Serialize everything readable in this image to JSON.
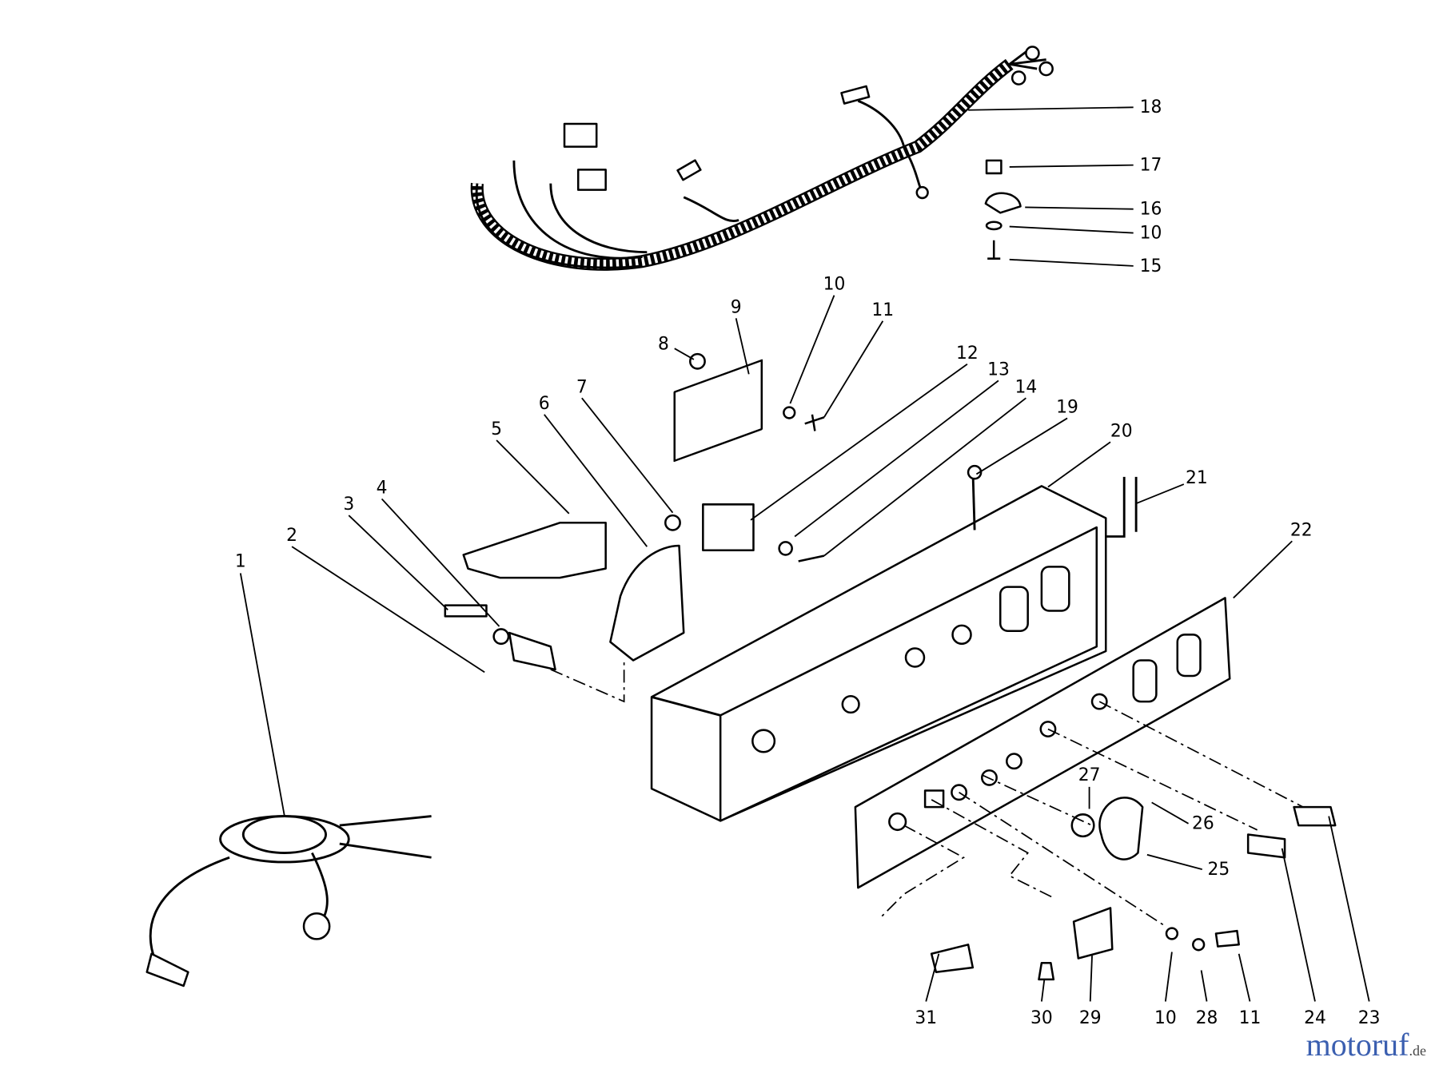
{
  "diagram": {
    "callouts": [
      {
        "id": "c1",
        "label": "1"
      },
      {
        "id": "c2",
        "label": "2"
      },
      {
        "id": "c3",
        "label": "3"
      },
      {
        "id": "c4",
        "label": "4"
      },
      {
        "id": "c5",
        "label": "5"
      },
      {
        "id": "c6",
        "label": "6"
      },
      {
        "id": "c7",
        "label": "7"
      },
      {
        "id": "c8",
        "label": "8"
      },
      {
        "id": "c9",
        "label": "9"
      },
      {
        "id": "c10a",
        "label": "10"
      },
      {
        "id": "c11a",
        "label": "11"
      },
      {
        "id": "c12",
        "label": "12"
      },
      {
        "id": "c13",
        "label": "13"
      },
      {
        "id": "c14",
        "label": "14"
      },
      {
        "id": "c15",
        "label": "15"
      },
      {
        "id": "c16",
        "label": "16"
      },
      {
        "id": "c10b",
        "label": "10"
      },
      {
        "id": "c17",
        "label": "17"
      },
      {
        "id": "c18",
        "label": "18"
      },
      {
        "id": "c19",
        "label": "19"
      },
      {
        "id": "c20",
        "label": "20"
      },
      {
        "id": "c21",
        "label": "21"
      },
      {
        "id": "c22",
        "label": "22"
      },
      {
        "id": "c23",
        "label": "23"
      },
      {
        "id": "c24",
        "label": "24"
      },
      {
        "id": "c25",
        "label": "25"
      },
      {
        "id": "c26",
        "label": "26"
      },
      {
        "id": "c27",
        "label": "27"
      },
      {
        "id": "c28",
        "label": "28"
      },
      {
        "id": "c10c",
        "label": "10"
      },
      {
        "id": "c11b",
        "label": "11"
      },
      {
        "id": "c29",
        "label": "29"
      },
      {
        "id": "c30",
        "label": "30"
      },
      {
        "id": "c31",
        "label": "31"
      }
    ]
  },
  "watermark": {
    "brand": "motoruf",
    "tld": ".de",
    "colors": [
      "#3b5fb0",
      "#d33a3a",
      "#3aa04a",
      "#e04a9a",
      "#f0a020",
      "#e06020"
    ]
  }
}
